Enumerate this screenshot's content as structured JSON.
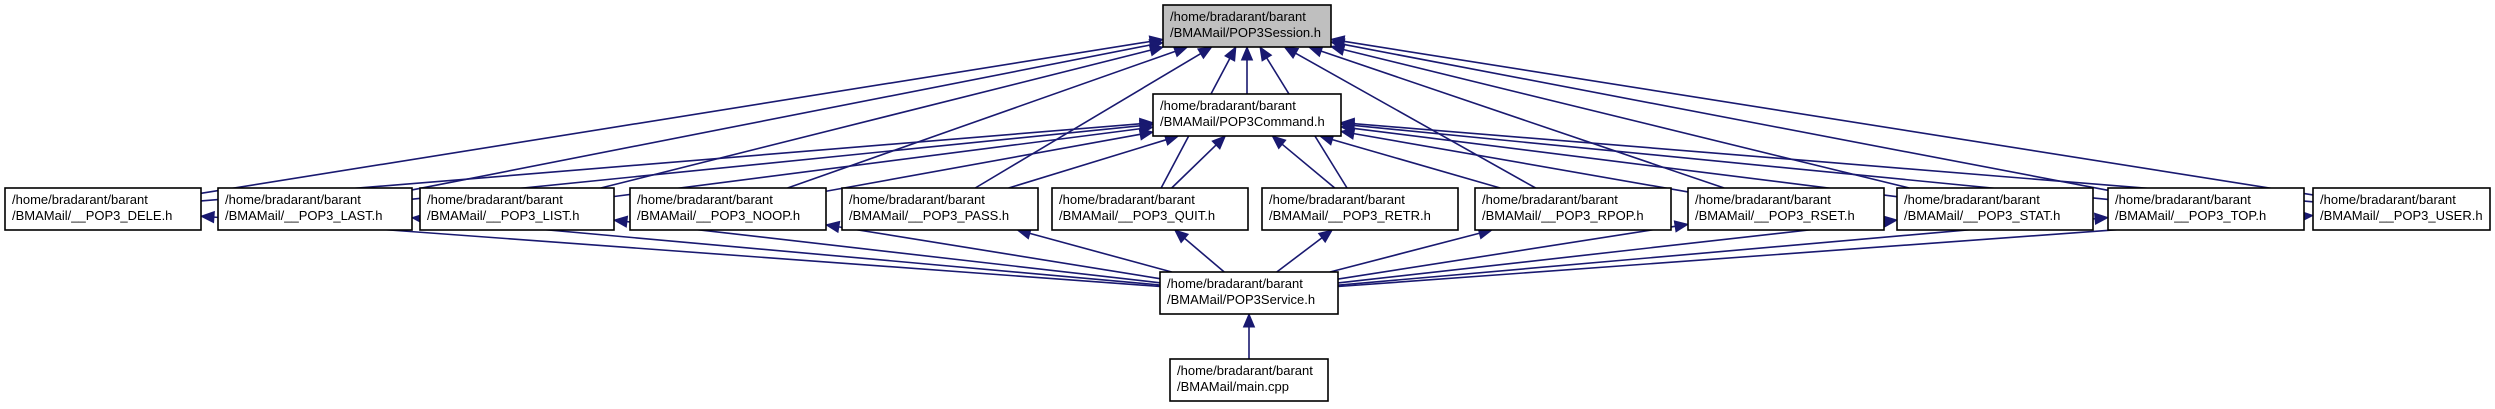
{
  "graph": {
    "nodes": [
      {
        "id": "session",
        "line1": "/home/bradarant/barant",
        "line2": "/BMAMail/POP3Session.h",
        "root": true
      },
      {
        "id": "command",
        "line1": "/home/bradarant/barant",
        "line2": "/BMAMail/POP3Command.h"
      },
      {
        "id": "dele",
        "line1": "/home/bradarant/barant",
        "line2": "/BMAMail/__POP3_DELE.h"
      },
      {
        "id": "last",
        "line1": "/home/bradarant/barant",
        "line2": "/BMAMail/__POP3_LAST.h"
      },
      {
        "id": "list",
        "line1": "/home/bradarant/barant",
        "line2": "/BMAMail/__POP3_LIST.h"
      },
      {
        "id": "noop",
        "line1": "/home/bradarant/barant",
        "line2": "/BMAMail/__POP3_NOOP.h"
      },
      {
        "id": "pass",
        "line1": "/home/bradarant/barant",
        "line2": "/BMAMail/__POP3_PASS.h"
      },
      {
        "id": "quit",
        "line1": "/home/bradarant/barant",
        "line2": "/BMAMail/__POP3_QUIT.h"
      },
      {
        "id": "retr",
        "line1": "/home/bradarant/barant",
        "line2": "/BMAMail/__POP3_RETR.h"
      },
      {
        "id": "rpop",
        "line1": "/home/bradarant/barant",
        "line2": "/BMAMail/__POP3_RPOP.h"
      },
      {
        "id": "rset",
        "line1": "/home/bradarant/barant",
        "line2": "/BMAMail/__POP3_RSET.h"
      },
      {
        "id": "stat",
        "line1": "/home/bradarant/barant",
        "line2": "/BMAMail/__POP3_STAT.h"
      },
      {
        "id": "top",
        "line1": "/home/bradarant/barant",
        "line2": "/BMAMail/__POP3_TOP.h"
      },
      {
        "id": "user",
        "line1": "/home/bradarant/barant",
        "line2": "/BMAMail/__POP3_USER.h"
      },
      {
        "id": "service",
        "line1": "/home/bradarant/barant",
        "line2": "/BMAMail/POP3Service.h"
      },
      {
        "id": "main",
        "line1": "/home/bradarant/barant",
        "line2": "/BMAMail/main.cpp"
      }
    ],
    "edges": [
      {
        "from": "command",
        "to": "session"
      },
      {
        "from": "dele",
        "to": "session"
      },
      {
        "from": "last",
        "to": "session"
      },
      {
        "from": "list",
        "to": "session"
      },
      {
        "from": "noop",
        "to": "session"
      },
      {
        "from": "pass",
        "to": "session"
      },
      {
        "from": "quit",
        "to": "session"
      },
      {
        "from": "retr",
        "to": "session"
      },
      {
        "from": "rpop",
        "to": "session"
      },
      {
        "from": "rset",
        "to": "session"
      },
      {
        "from": "stat",
        "to": "session"
      },
      {
        "from": "top",
        "to": "session"
      },
      {
        "from": "user",
        "to": "session"
      },
      {
        "from": "dele",
        "to": "command"
      },
      {
        "from": "last",
        "to": "command"
      },
      {
        "from": "list",
        "to": "command"
      },
      {
        "from": "noop",
        "to": "command"
      },
      {
        "from": "pass",
        "to": "command"
      },
      {
        "from": "quit",
        "to": "command"
      },
      {
        "from": "retr",
        "to": "command"
      },
      {
        "from": "rpop",
        "to": "command"
      },
      {
        "from": "rset",
        "to": "command"
      },
      {
        "from": "stat",
        "to": "command"
      },
      {
        "from": "top",
        "to": "command"
      },
      {
        "from": "user",
        "to": "command"
      },
      {
        "from": "service",
        "to": "dele"
      },
      {
        "from": "service",
        "to": "last"
      },
      {
        "from": "service",
        "to": "list"
      },
      {
        "from": "service",
        "to": "noop"
      },
      {
        "from": "service",
        "to": "pass"
      },
      {
        "from": "service",
        "to": "quit"
      },
      {
        "from": "service",
        "to": "retr"
      },
      {
        "from": "service",
        "to": "rpop"
      },
      {
        "from": "service",
        "to": "rset"
      },
      {
        "from": "service",
        "to": "stat"
      },
      {
        "from": "service",
        "to": "top"
      },
      {
        "from": "service",
        "to": "user"
      },
      {
        "from": "main",
        "to": "service"
      }
    ],
    "colors": {
      "edge": "#191970",
      "root_fill": "#bfbfbf",
      "node_fill": "#ffffff",
      "node_border": "#000000"
    }
  }
}
